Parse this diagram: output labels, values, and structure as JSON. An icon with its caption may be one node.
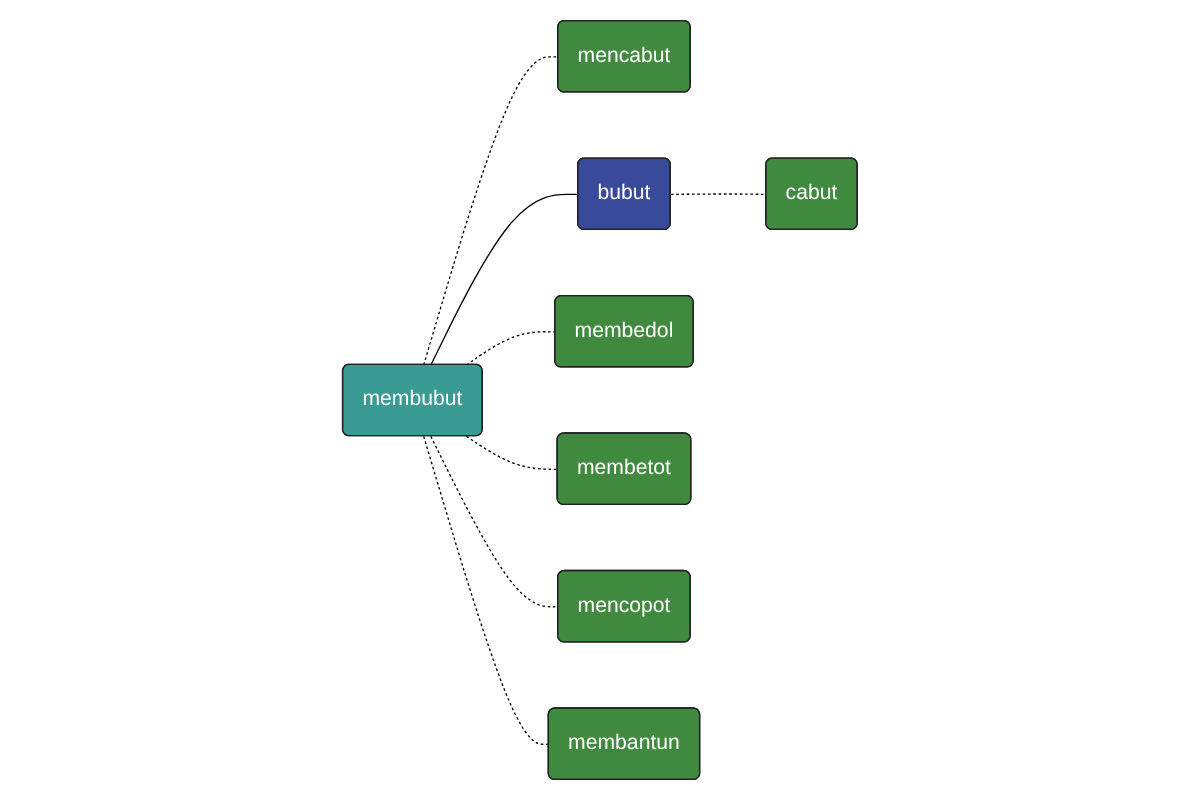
{
  "diagram": {
    "nodes": [
      {
        "text": [
          "cabut"
        ]
      },
      {
        "text": [
          "mencabut"
        ]
      },
      {
        "text": [
          "bubut"
        ]
      },
      {
        "text": [
          "membedol"
        ]
      },
      {
        "text": [
          "membubut"
        ]
      },
      {
        "text": [
          "membetot"
        ]
      },
      {
        "text": [
          "mencopot"
        ]
      },
      {
        "text": [
          "membantun"
        ]
      }
    ],
    "edges": [
      {
        "from": 2,
        "to": 0,
        "arrow": "none",
        "style": "dashed"
      },
      {
        "from": 4,
        "to": 1,
        "arrow": "none",
        "style": "dashed"
      },
      {
        "from": 4,
        "to": 2,
        "arrow": "none"
      },
      {
        "from": 4,
        "to": 3,
        "arrow": "none",
        "style": "dashed"
      },
      {
        "from": 4,
        "to": 5,
        "arrow": "none",
        "style": "dashed"
      },
      {
        "from": 4,
        "to": 6,
        "arrow": "none",
        "style": "dashed"
      },
      {
        "from": 4,
        "to": 7,
        "arrow": "none",
        "style": "dashed"
      }
    ]
  }
}
